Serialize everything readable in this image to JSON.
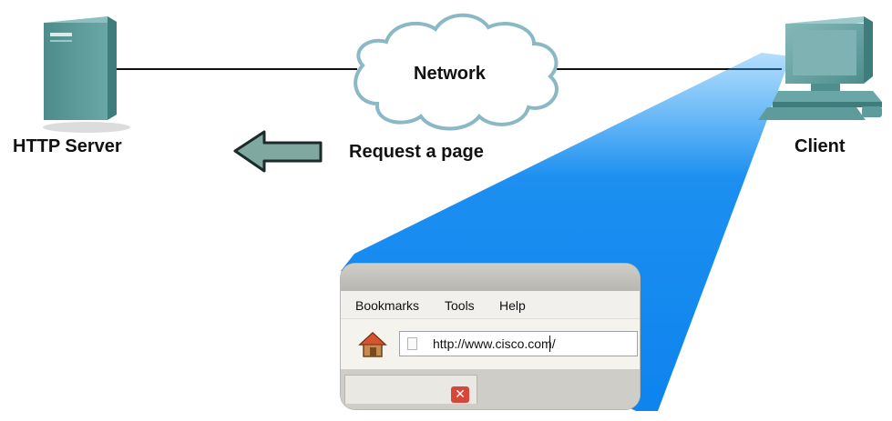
{
  "server": {
    "label": "HTTP Server"
  },
  "network": {
    "label": "Network"
  },
  "client": {
    "label": "Client"
  },
  "request": {
    "label": "Request a page"
  },
  "browser": {
    "menu": [
      "Bookmarks",
      "Tools",
      "Help"
    ],
    "address": "http://www.cisco.com/",
    "home_icon": "home-icon",
    "close_icon": "close-tab-icon"
  },
  "colors": {
    "beam": "#1a96f2",
    "device_teal": "#5f9c9c",
    "arrow_fill": "#7fa8a0",
    "cloud_stroke": "#8ab8c4"
  }
}
